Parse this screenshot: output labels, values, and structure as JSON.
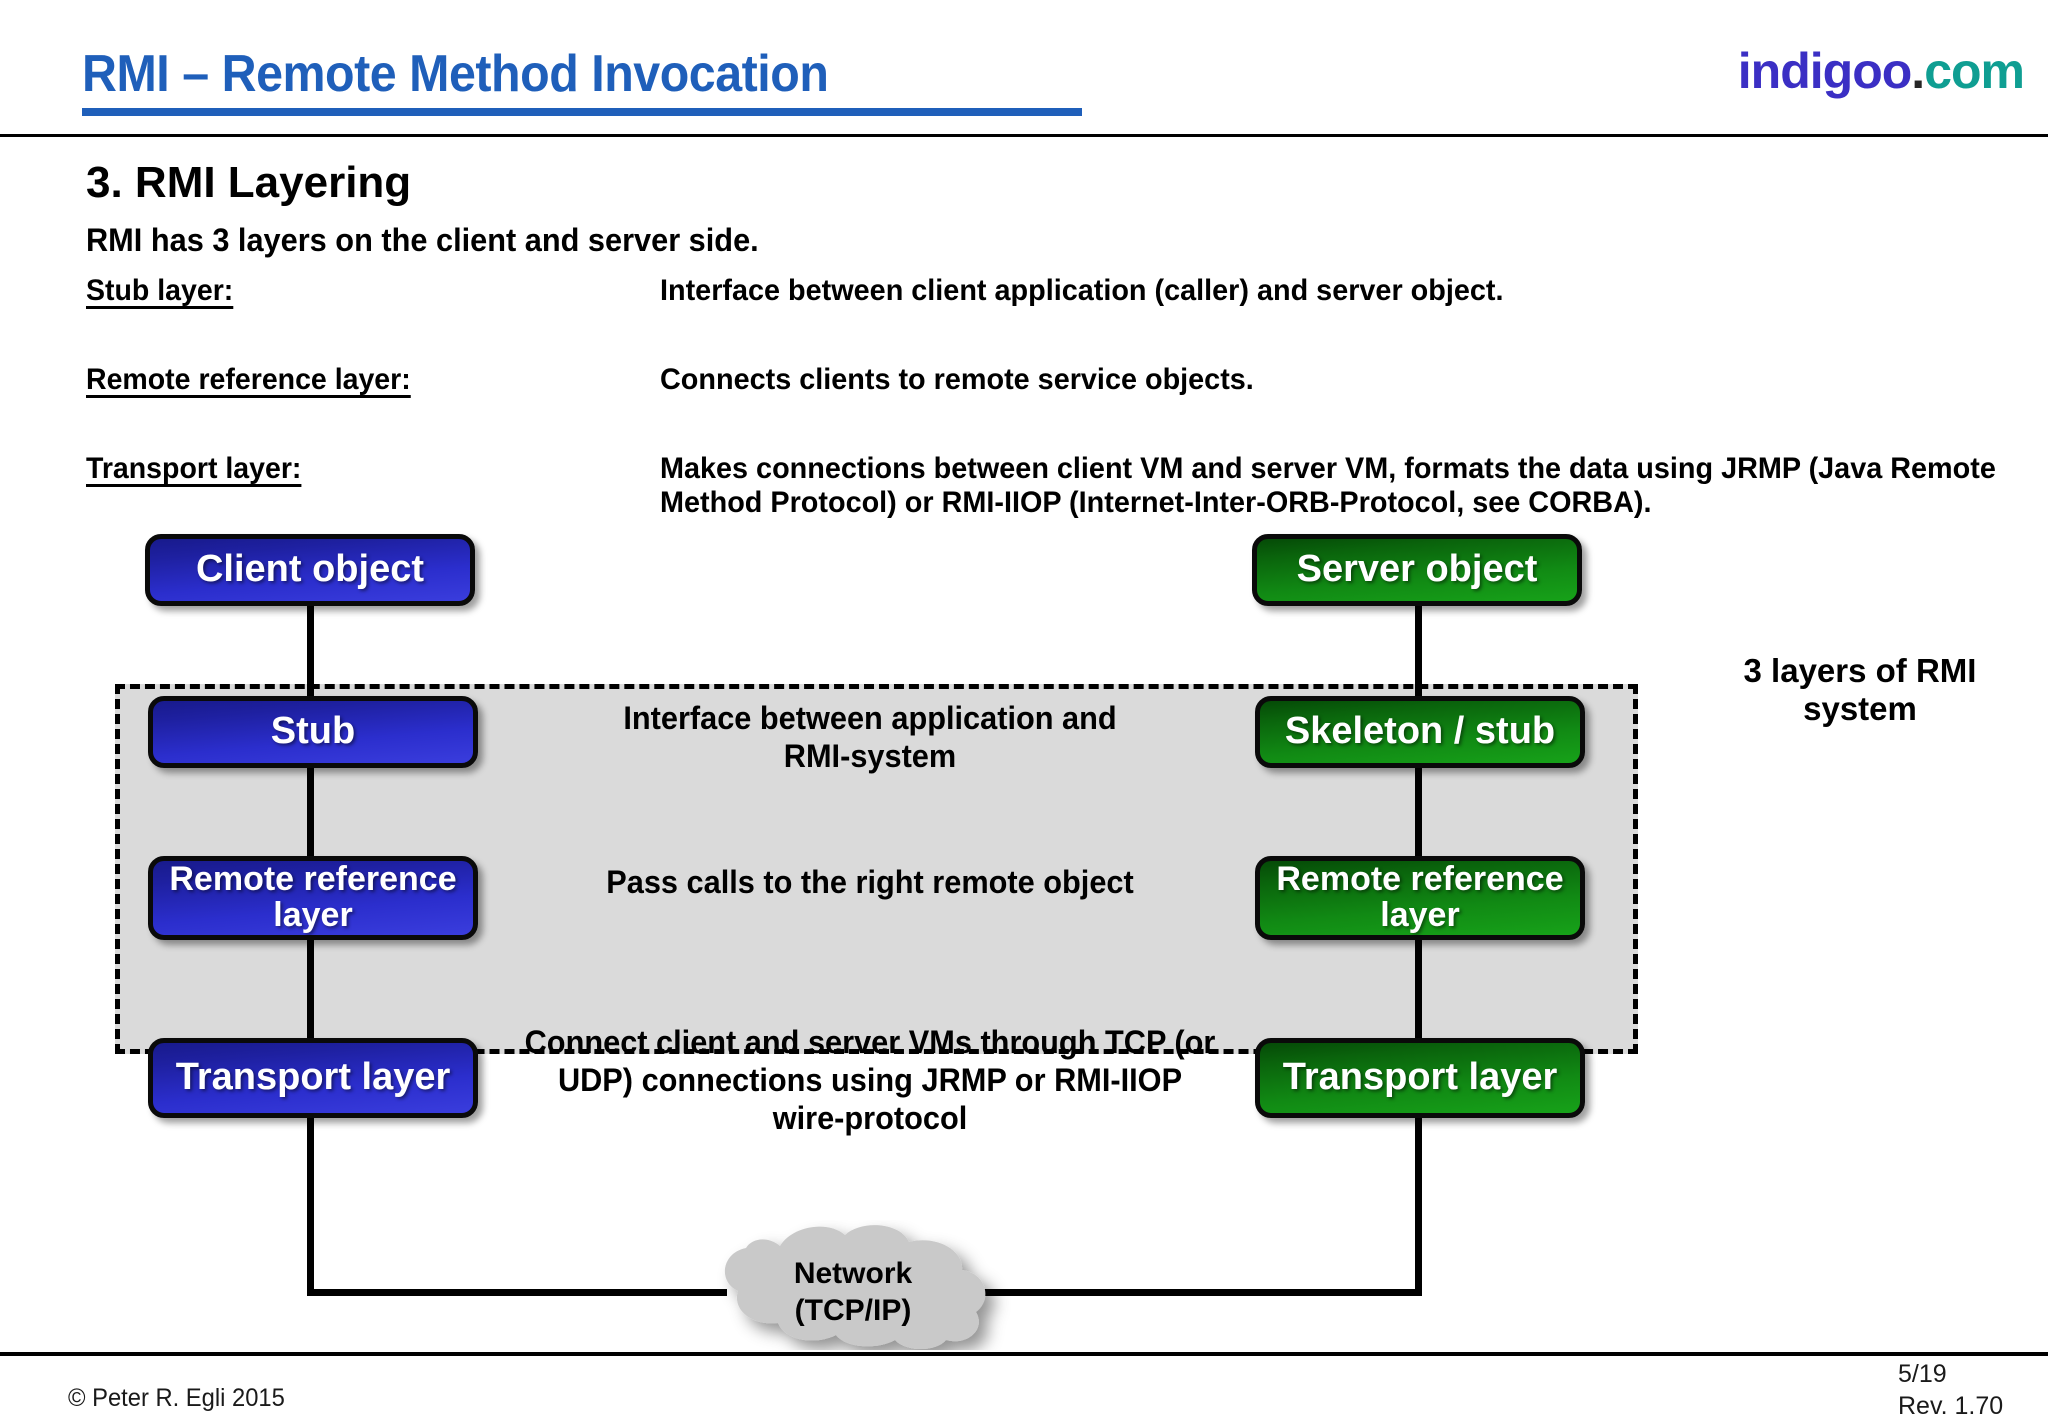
{
  "header": {
    "title": "RMI – Remote Method Invocation",
    "brand_name": "indigoo",
    "brand_dot": ".",
    "brand_tld": "com"
  },
  "content": {
    "section_heading": "3. RMI Layering",
    "intro": "RMI has 3 layers on the client and server side.",
    "layers": [
      {
        "term": "Stub layer:",
        "description": "Interface between client application (caller) and server object."
      },
      {
        "term": "Remote reference layer:",
        "description": "Connects clients to remote service objects."
      },
      {
        "term": "Transport layer:",
        "description": "Makes connections between client VM and server VM, formats the data using JRMP (Java Remote Method Protocol) or RMI-IIOP (Internet-Inter-ORB-Protocol, see CORBA)."
      }
    ]
  },
  "diagram": {
    "client_object": "Client object",
    "server_object": "Server object",
    "client_nodes": [
      "Stub",
      "Remote reference layer",
      "Transport layer"
    ],
    "server_nodes": [
      "Skeleton / stub",
      "Remote reference layer",
      "Transport layer"
    ],
    "middle_notes": [
      "Interface between application and RMI-system",
      "Pass calls to the right remote object",
      "Connect client and server VMs through TCP (or UDP) connections using JRMP or RMI-IIOP wire-protocol"
    ],
    "side_note": "3 layers of RMI system",
    "network_label": "Network (TCP/IP)",
    "colors": {
      "client": "#2b2ecd",
      "server": "#118a14",
      "region_fill": "#dadada",
      "cloud_fill": "#c9c9c9",
      "title": "#1f5fba",
      "brand_name": "#3b2fc4",
      "brand_tld": "#0f9e92"
    }
  },
  "footer": {
    "copyright": "© Peter R. Egli 2015",
    "page": "5/19",
    "revision": "Rev. 1.70"
  }
}
